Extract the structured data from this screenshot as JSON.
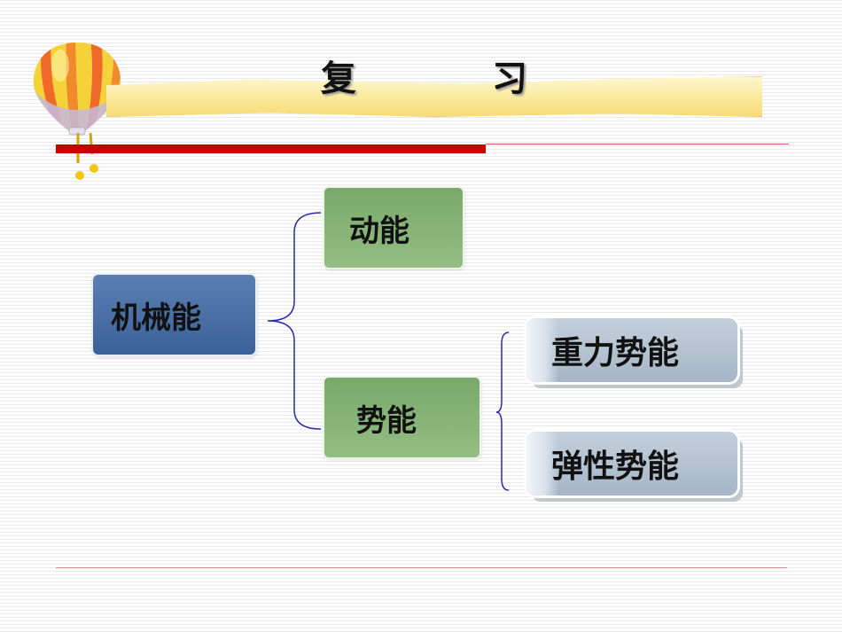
{
  "title": {
    "char1": "复",
    "char2": "习"
  },
  "diagram": {
    "root": "机械能",
    "branch_kinetic": "动能",
    "branch_potential": "势能",
    "leaf_gravity": "重力势能",
    "leaf_elastic": "弹性势能"
  },
  "colors": {
    "root_box": "#4a70a6",
    "branch_box": "#86b377",
    "leaf_box": "#b4c2d1",
    "brace": "#2a2aa8",
    "red_bar": "#c80000",
    "ribbon": "#fbe99a"
  },
  "icons": [
    "hot-air-balloon-icon"
  ]
}
